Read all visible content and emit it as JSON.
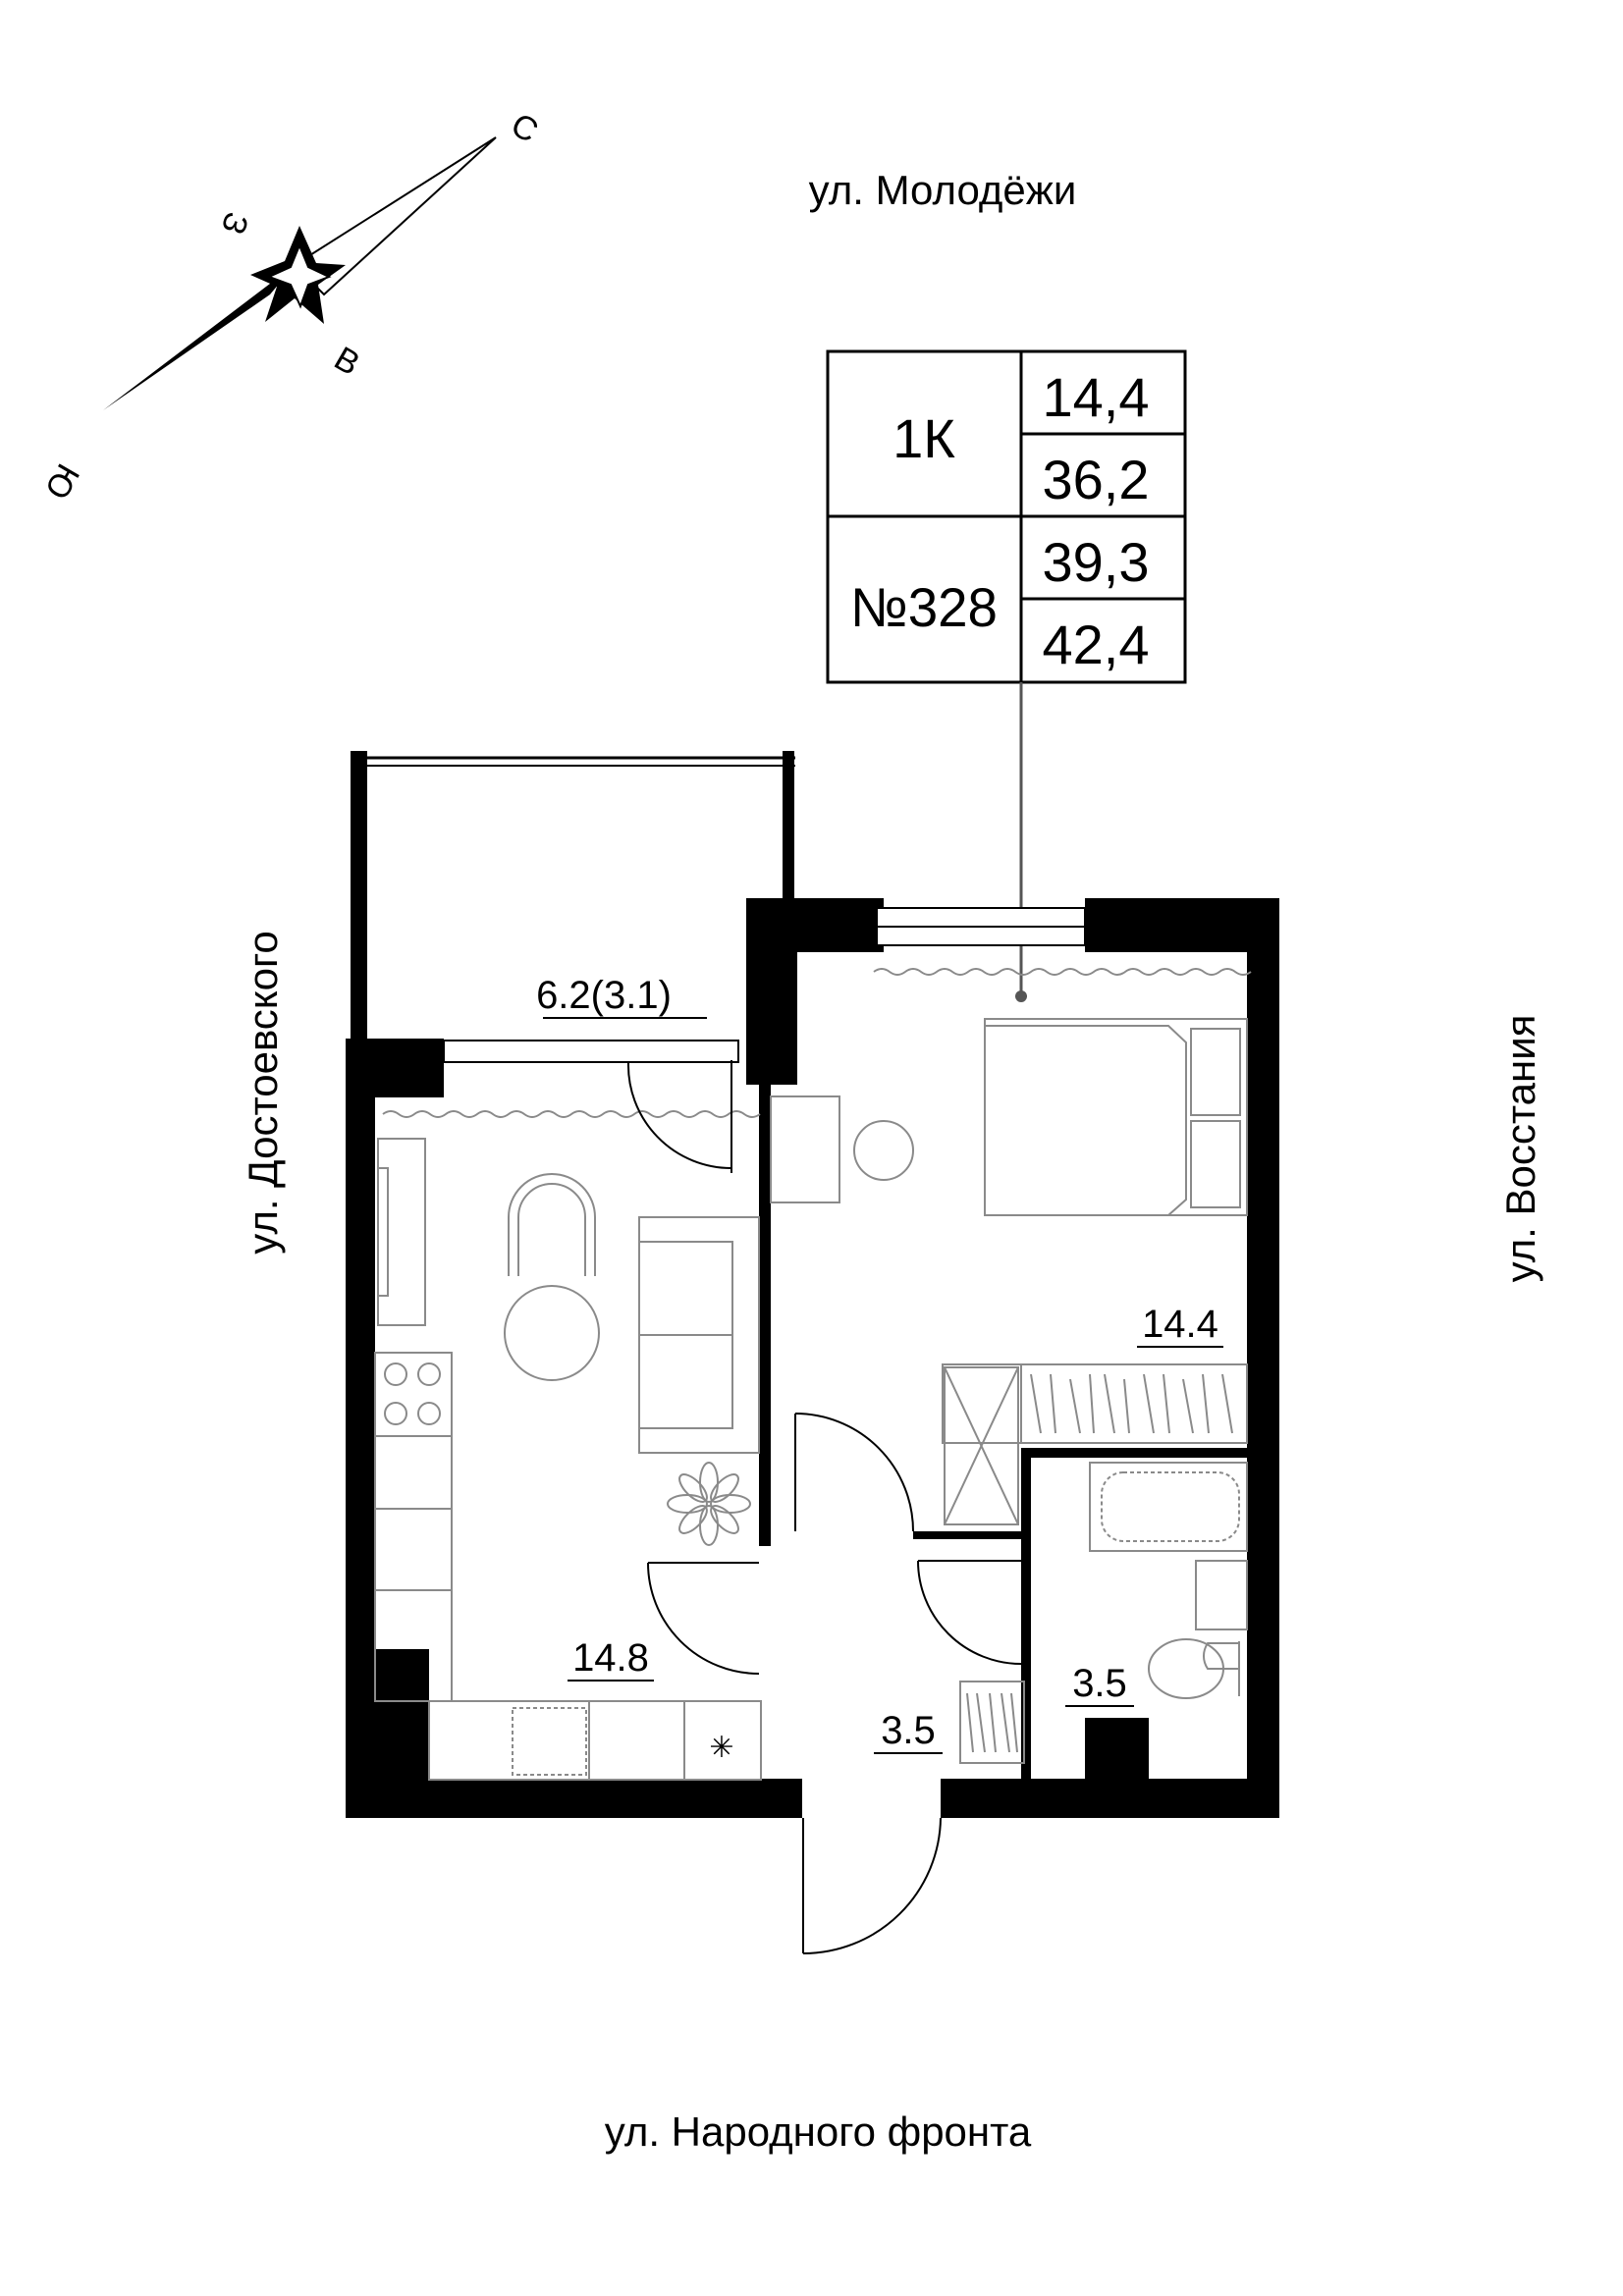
{
  "compass": {
    "north": "С",
    "south": "Ю",
    "east": "В",
    "west": "З"
  },
  "streets": {
    "top": "ул. Молодёжи",
    "bottom": "ул. Народного фронта",
    "left": "ул. Достоевского",
    "right": "ул. Восстания"
  },
  "apartment_card": {
    "type": "1К",
    "number": "№328",
    "values": [
      "14,4",
      "36,2",
      "39,3",
      "42,4"
    ]
  },
  "rooms": {
    "balcony": "6.2(3.1)",
    "kitchen_living": "14.8",
    "bedroom": "14.4",
    "hall": "3.5",
    "bathroom": "3.5"
  }
}
